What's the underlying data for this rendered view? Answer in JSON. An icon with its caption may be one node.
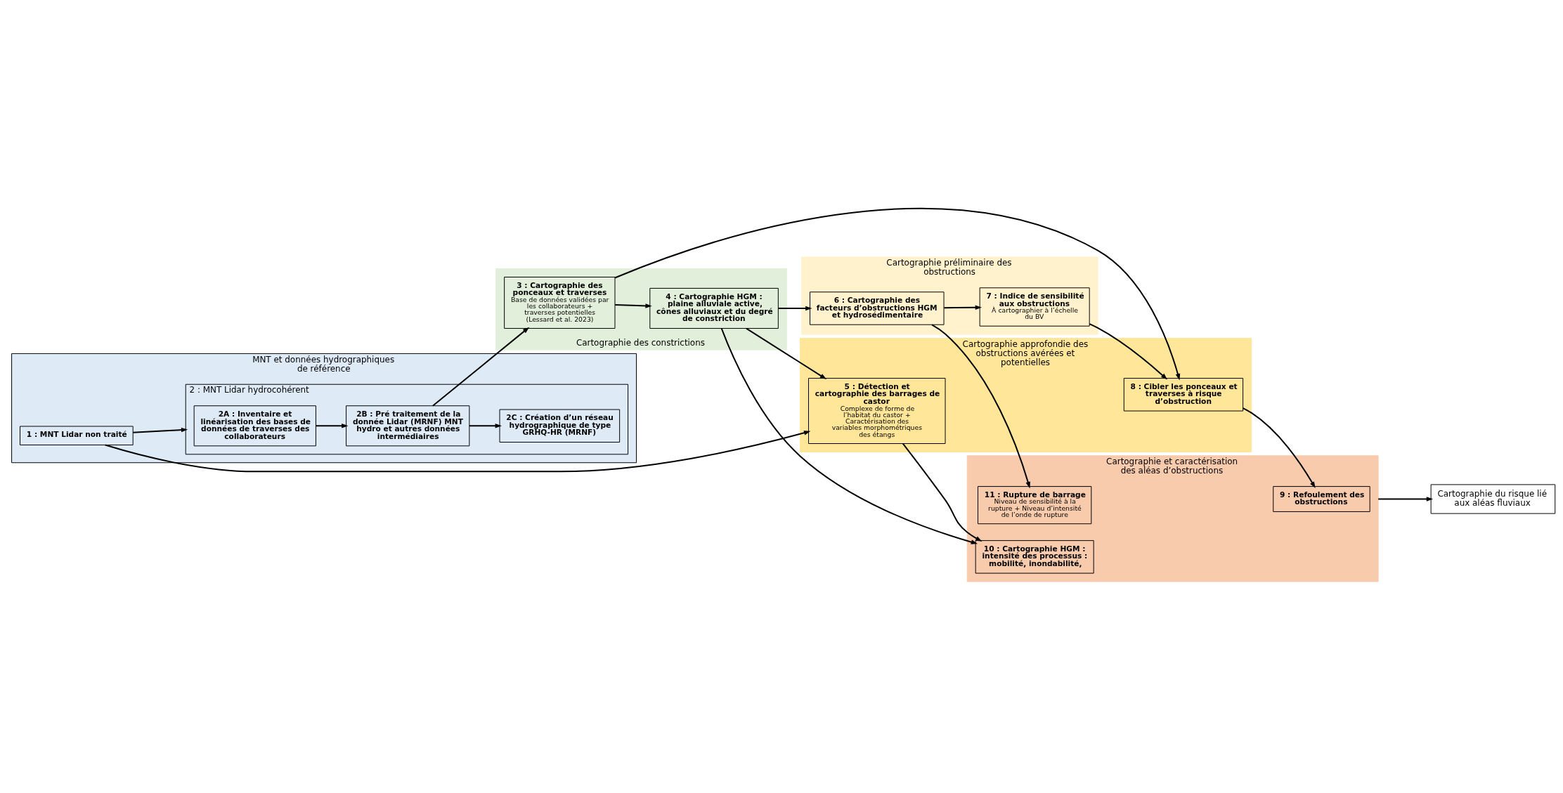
{
  "diagram": {
    "nodes": [
      {
        "text": [
          "MNT et données hydrographiques de référence"
        ]
      },
      {
        "text": [
          "1 : MNT Lidar non traité"
        ],
        "in": 0
      },
      {
        "text": [
          "2 : MNT Lidar hydrocohérent"
        ],
        "in": 0
      },
      {
        "text": [
          "2A : Inventaire et linéarisation des bases de données de traverses des collaborateurs"
        ],
        "in": 2
      },
      {
        "text": [
          "2B : Pré traitement de la donnée Lidar (MRNF) MNT hydro et autres données intermédiaires"
        ],
        "in": 2
      },
      {
        "text": [
          "2C : Création d’un réseau hydrographique de type GRHQ-HR (MRNF)"
        ],
        "in": 2
      },
      {
        "text": [
          "Cartographie approfondie des obstructions avérées et potentielles"
        ]
      },
      {
        "text": [
          "5 : Détection et cartographie des barrages de castor",
          "Complexe de forme de l’habitat du castor + Caractérisation des variables morphométriques des étangs"
        ],
        "in": 6
      },
      {
        "text": [
          "8 : Cibler les ponceaux et traverses à risque d’obstruction"
        ],
        "in": 6
      },
      {
        "text": [
          "Cartographie des constrictions"
        ]
      },
      {
        "text": [
          "4 : Cartographie HGM : plaine alluviale active, cônes alluviaux et du degré de constriction"
        ],
        "in": 9
      },
      {
        "text": [
          "3 : Cartographie des ponceaux et traverses",
          "Base de données validées par les collaborateurs + traverses potentielles",
          "(Lessard et al. 2023)"
        ],
        "in": 9
      },
      {
        "text": [
          "Cartographie préliminaire des obstructions"
        ]
      },
      {
        "text": [
          "7 : Indice de sensibilité aux obstructions",
          "À cartographier à l’échelle du BV"
        ],
        "in": 12
      },
      {
        "text": [
          "6 : Cartographie des facteurs d’obstructions HGM et hydrosédimentaire"
        ],
        "in": 12
      },
      {
        "text": [
          "Cartographie et caractérisation des aléas d’obstructions"
        ]
      },
      {
        "text": [
          "9 : Refoulement des obstructions"
        ],
        "in": 15
      },
      {
        "text": [
          "10 : Cartographie HGM : intensité des processus : mobilité, inondabilité,"
        ],
        "in": 15
      },
      {
        "text": [
          "11 : Rupture de barrage",
          "Niveau de sensibilité à la rupture + Niveau d’intensité de l’onde de rupture"
        ],
        "in": 15
      },
      {
        "text": [
          "Cartographie du risque lié aux aléas fluviaux"
        ]
      }
    ],
    "edges": [
      {
        "from": 1,
        "to": 7,
        "arrow": "to"
      },
      {
        "from": 1,
        "to": 2,
        "arrow": "to"
      },
      {
        "from": 3,
        "to": 4,
        "arrow": "to"
      },
      {
        "from": 4,
        "to": 5,
        "arrow": "to"
      },
      {
        "from": 4,
        "to": 11,
        "arrow": "to"
      },
      {
        "from": 11,
        "to": 10,
        "arrow": "to"
      },
      {
        "from": 10,
        "to": 7,
        "arrow": "to"
      },
      {
        "from": 11,
        "to": 8,
        "arrow": "to"
      },
      {
        "from": 13,
        "to": 8,
        "arrow": "to"
      },
      {
        "from": 7,
        "to": 17,
        "arrow": "to"
      },
      {
        "from": 10,
        "to": 17,
        "arrow": "to"
      },
      {
        "from": 10,
        "to": 14,
        "arrow": "to"
      },
      {
        "from": 14,
        "to": 13,
        "arrow": "to"
      },
      {
        "from": 14,
        "to": 18,
        "arrow": "to"
      },
      {
        "from": 8,
        "to": 16,
        "arrow": "to"
      },
      {
        "from": 15,
        "to": 19,
        "arrow": "to"
      }
    ]
  }
}
